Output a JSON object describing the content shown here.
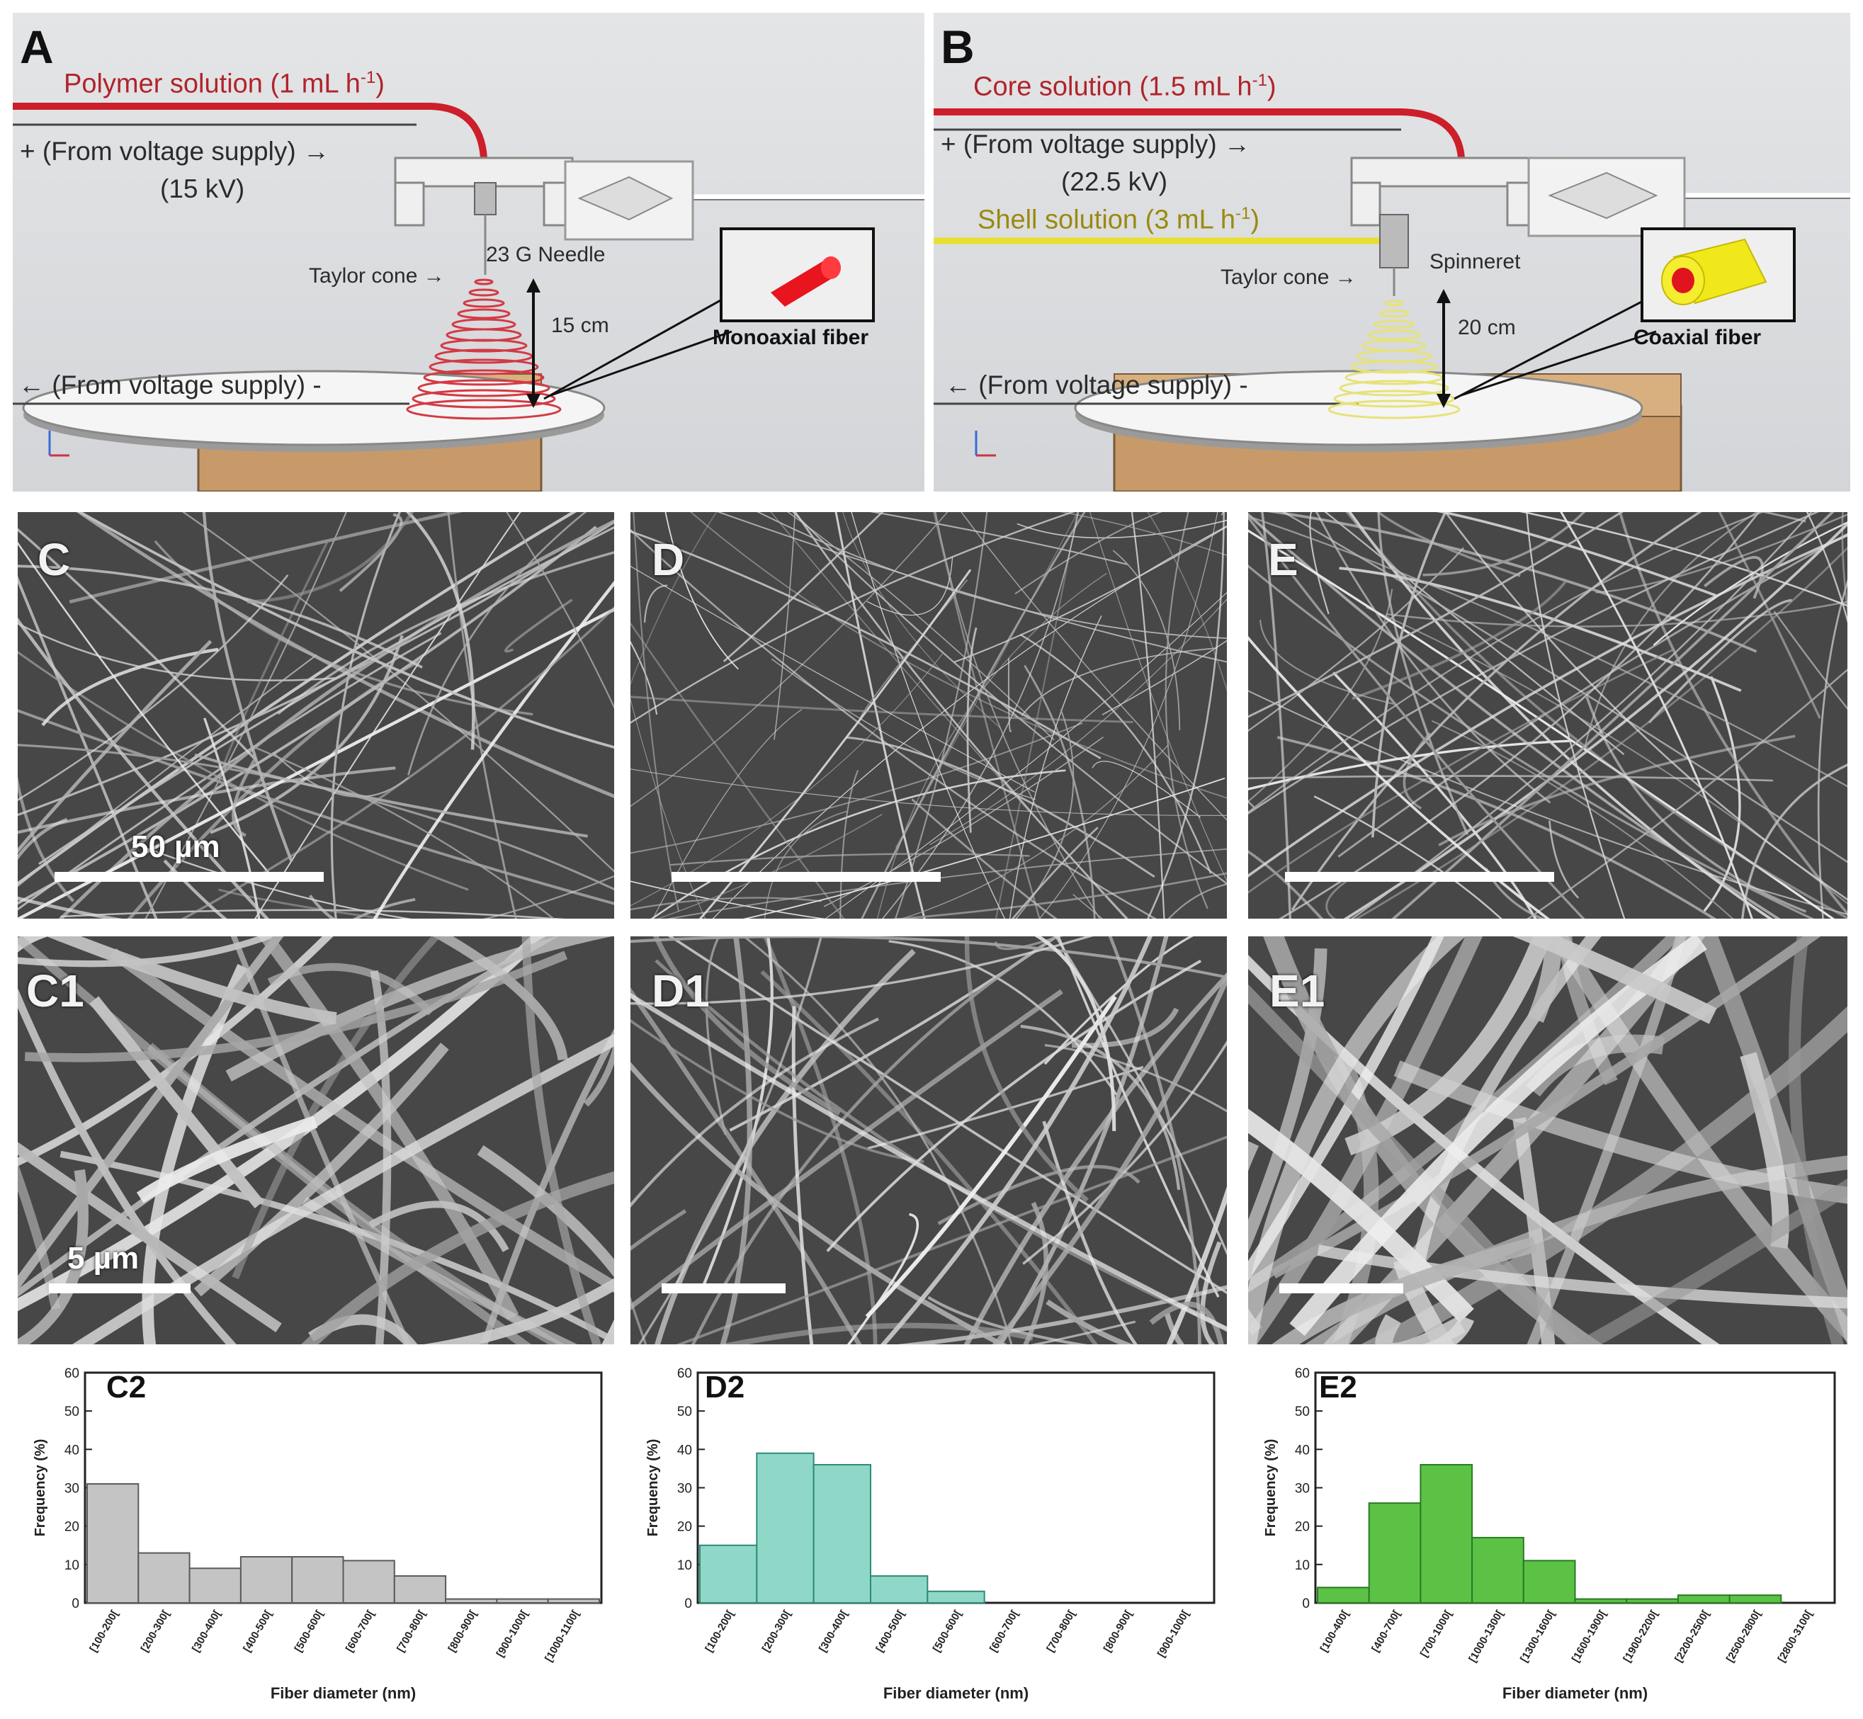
{
  "panels": {
    "A": {
      "label": "A",
      "polymer_solution": "Polymer solution (1 mL h",
      "polymer_sup": "-1",
      "polymer_close": ")",
      "voltage_plus": "+ (From voltage supply) →",
      "voltage_value": "(15 kV)",
      "needle": "23 G Needle",
      "taylor_cone": "Taylor cone →",
      "distance": "15 cm",
      "fiber_label": "Monoaxial fiber",
      "voltage_minus": "← (From voltage supply) -"
    },
    "B": {
      "label": "B",
      "core_solution": "Core solution (1.5 mL h",
      "core_sup": "-1",
      "core_close": ")",
      "voltage_plus": "+ (From voltage supply) →",
      "voltage_value": "(22.5 kV)",
      "shell_solution": "Shell solution (3 mL h",
      "shell_sup": "-1",
      "shell_close": ")",
      "spinneret": "Spinneret",
      "taylor_cone": "Taylor cone →",
      "distance": "20 cm",
      "fiber_label": "Coaxial fiber",
      "voltage_minus": "← (From voltage supply) -"
    },
    "C": {
      "label": "C",
      "scale": "50 µm"
    },
    "D": {
      "label": "D"
    },
    "E": {
      "label": "E"
    },
    "C1": {
      "label": "C1",
      "scale": "5 µm"
    },
    "D1": {
      "label": "D1"
    },
    "E1": {
      "label": "E1"
    }
  },
  "chart_data": [
    {
      "type": "bar",
      "panel": "C2",
      "categories": [
        "[100-200[",
        "[200-300[",
        "[300-400[",
        "[400-500[",
        "[500-600[",
        "[600-700[",
        "[700-800[",
        "[800-900[",
        "[900-1000[",
        "[1000-1100["
      ],
      "values": [
        31,
        13,
        9,
        12,
        12,
        11,
        7,
        1,
        1,
        1
      ],
      "xlabel": "Fiber diameter (nm)",
      "ylabel": "Frequency (%)",
      "ylim": [
        0,
        60
      ],
      "yticks": [
        0,
        10,
        20,
        30,
        40,
        50,
        60
      ],
      "color": "#c4c4c4",
      "edge": "#5a5a5a"
    },
    {
      "type": "bar",
      "panel": "D2",
      "categories": [
        "[100-200[",
        "[200-300[",
        "[300-400[",
        "[400-500[",
        "[500-600[",
        "[600-700[",
        "[700-800[",
        "[800-900[",
        "[900-1000["
      ],
      "values": [
        15,
        39,
        36,
        7,
        3,
        0,
        0,
        0,
        0
      ],
      "xlabel": "Fiber diameter (nm)",
      "ylabel": "Frequency (%)",
      "ylim": [
        0,
        60
      ],
      "yticks": [
        0,
        10,
        20,
        30,
        40,
        50,
        60
      ],
      "color": "#8fd8c8",
      "edge": "#2e8a78"
    },
    {
      "type": "bar",
      "panel": "E2",
      "categories": [
        "[100-400[",
        "[400-700[",
        "[700-1000[",
        "[1000-1300[",
        "[1300-1600[",
        "[1600-1900[",
        "[1900-2200[",
        "[2200-2500[",
        "[2500-2800[",
        "[2800-3100["
      ],
      "values": [
        4,
        26,
        36,
        17,
        11,
        1,
        1,
        2,
        2,
        0
      ],
      "xlabel": "Fiber diameter (nm)",
      "ylabel": "Frequency (%)",
      "ylim": [
        0,
        60
      ],
      "yticks": [
        0,
        10,
        20,
        30,
        40,
        50,
        60
      ],
      "color": "#5cc246",
      "edge": "#2a7a22"
    }
  ]
}
